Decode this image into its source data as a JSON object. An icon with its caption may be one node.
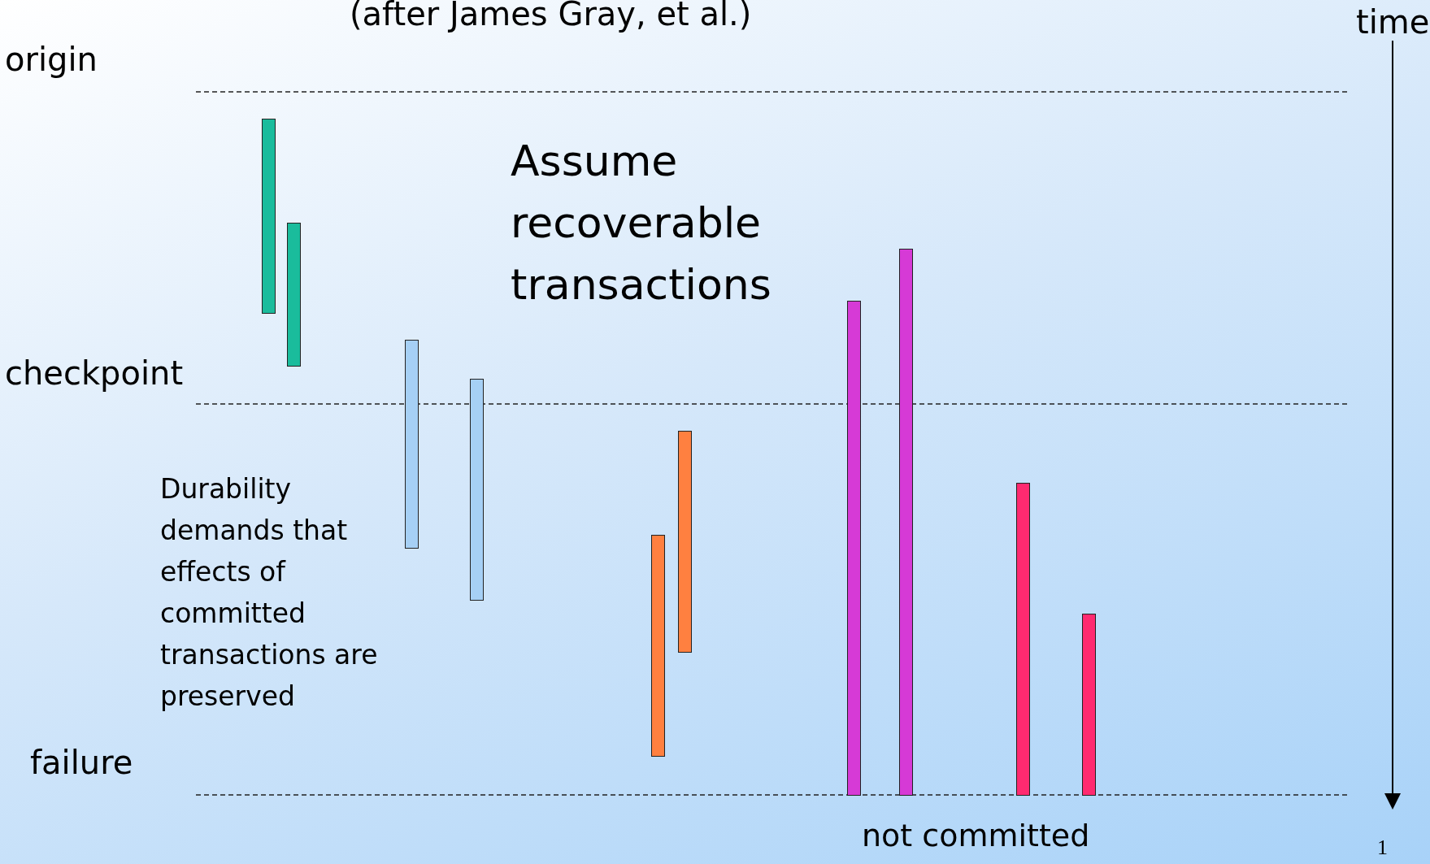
{
  "diagram": {
    "title": "(after James Gray, et al.)",
    "nodes": [
      {
        "text": [],
        "shape": "bar"
      },
      {
        "text": [],
        "shape": "bar"
      },
      {
        "text": [],
        "shape": "bar"
      },
      {
        "text": [],
        "shape": "bar"
      },
      {
        "text": [],
        "shape": "bar"
      },
      {
        "text": [],
        "shape": "bar"
      },
      {
        "text": [],
        "shape": "bar"
      },
      {
        "text": [],
        "shape": "bar"
      },
      {
        "text": [],
        "shape": "bar"
      },
      {
        "text": [],
        "shape": "bar"
      }
    ],
    "labels": [
      "time",
      "origin",
      "checkpoint",
      "failure",
      "Assume recoverable transactions",
      "Durability demands that effects of committed transactions are preserved",
      "not committed",
      "1"
    ]
  }
}
